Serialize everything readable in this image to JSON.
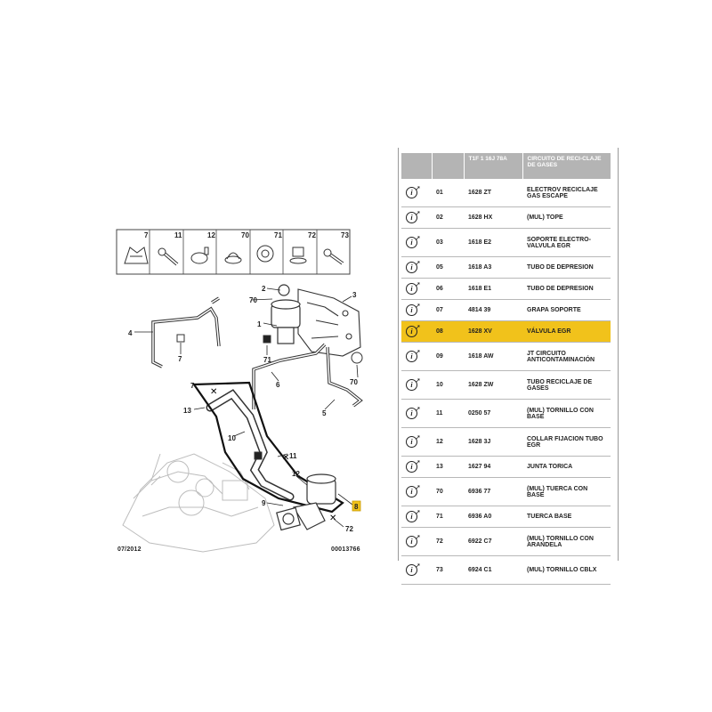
{
  "table": {
    "headers": [
      "",
      "",
      "T1F 1 16J 78A",
      "CIRCUITO DE RECI-CLAJE DE GASES"
    ],
    "rows": [
      {
        "num": "01",
        "ref": "1628 ZT",
        "desc": "ELECTROV RECICLAJE GAS ESCAPE",
        "highlight": false
      },
      {
        "num": "02",
        "ref": "1628 HX",
        "desc": "(MUL) TOPE",
        "highlight": false
      },
      {
        "num": "03",
        "ref": "1618 E2",
        "desc": "SOPORTE ELECTRO-VALVULA EGR",
        "highlight": false
      },
      {
        "num": "05",
        "ref": "1618 A3",
        "desc": "TUBO DE DEPRESION",
        "highlight": false
      },
      {
        "num": "06",
        "ref": "1618 E1",
        "desc": "TUBO DE DEPRESION",
        "highlight": false
      },
      {
        "num": "07",
        "ref": "4814 39",
        "desc": "GRAPA SOPORTE",
        "highlight": false
      },
      {
        "num": "08",
        "ref": "1628 XV",
        "desc": "VÁLVULA EGR",
        "highlight": true
      },
      {
        "num": "09",
        "ref": "1618 AW",
        "desc": "JT CIRCUITO ANTICONTAMINACIÓN",
        "highlight": false
      },
      {
        "num": "10",
        "ref": "1628 ZW",
        "desc": "TUBO RECICLAJE DE GASES",
        "highlight": false
      },
      {
        "num": "11",
        "ref": "0250 57",
        "desc": "(MUL) TORNILLO CON BASE",
        "highlight": false
      },
      {
        "num": "12",
        "ref": "1628 3J",
        "desc": "COLLAR FIJACION TUBO EGR",
        "highlight": false
      },
      {
        "num": "13",
        "ref": "1627 94",
        "desc": "JUNTA TORICA",
        "highlight": false
      },
      {
        "num": "70",
        "ref": "6936 77",
        "desc": "(MUL) TUERCA CON BASE",
        "highlight": false
      },
      {
        "num": "71",
        "ref": "6936 A0",
        "desc": "TUERCA BASE",
        "highlight": false
      },
      {
        "num": "72",
        "ref": "6922 C7",
        "desc": "(MUL) TORNILLO CON ARANDELA",
        "highlight": false
      },
      {
        "num": "73",
        "ref": "6924 C1",
        "desc": "(MUL) TORNILLO CBLX",
        "highlight": false
      }
    ]
  },
  "legend_boxes": [
    "7",
    "11",
    "12",
    "70",
    "71",
    "72",
    "73"
  ],
  "callouts": {
    "c1": "1",
    "c2": "2",
    "c3": "3",
    "c4": "4",
    "c5": "5",
    "c6": "6",
    "c7a": "7",
    "c7b": "7",
    "c70a": "70",
    "c70b": "70",
    "c71": "71",
    "c10": "10",
    "c13": "13",
    "c11": "11",
    "c12": "12",
    "c9": "9",
    "c8": "8",
    "c72": "72"
  },
  "footer": {
    "date": "07/2012",
    "code": "00013766"
  },
  "colors": {
    "highlight": "#f1c21b",
    "header_bg": "#b4b4b4",
    "line": "#222222"
  }
}
